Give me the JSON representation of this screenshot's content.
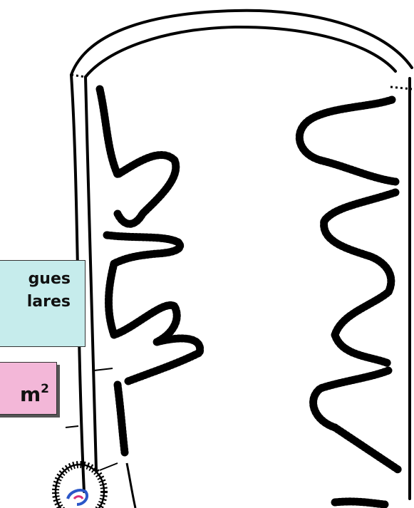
{
  "labels": {
    "folds_line1": "gues",
    "folds_line2": "lares",
    "area_text": "m",
    "area_sup": "2"
  },
  "colors": {
    "folds_box": "#c6ecec",
    "area_box": "#f3b7d8",
    "ink": "#000000",
    "vessel_blue": "#2a56c8",
    "vessel_pink": "#d8307a"
  }
}
